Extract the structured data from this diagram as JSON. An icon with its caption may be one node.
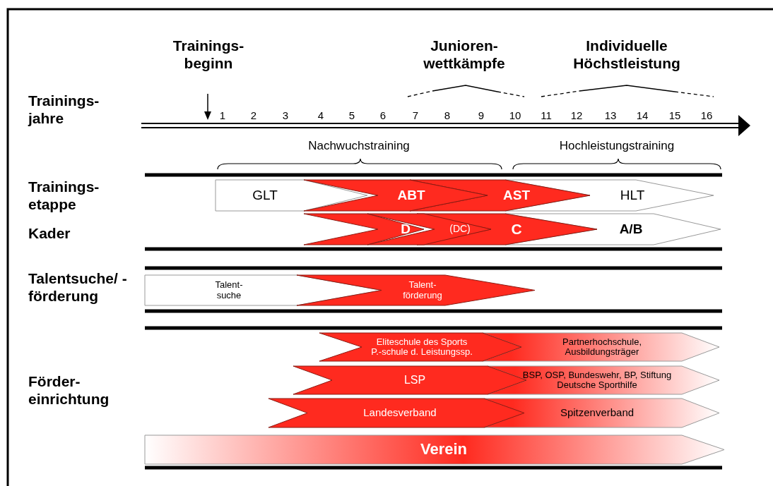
{
  "diagram": {
    "nodes": [
      {
        "text": [
          "GLT"
        ]
      },
      {
        "text": [
          "ABT"
        ]
      },
      {
        "text": [
          "AST"
        ]
      },
      {
        "text": [
          "HLT"
        ]
      },
      {
        "text": [
          "D"
        ]
      },
      {
        "text": [
          "(DC)"
        ]
      },
      {
        "text": [
          "C"
        ]
      },
      {
        "text": [
          "A/B"
        ]
      },
      {
        "text": [
          "Talent- suche"
        ]
      },
      {
        "text": [
          "Talent- förderung"
        ]
      },
      {
        "text": [
          "Eliteschule des Sports",
          "P.-schule d. Leistungssp."
        ]
      },
      {
        "text": [
          "Partnerhochschule, Ausbildungsträger"
        ]
      },
      {
        "text": [
          "LSP"
        ]
      },
      {
        "text": [
          "BSP, OSP, Bundeswehr, BP, Stiftung Deutsche Sporthilfe"
        ]
      },
      {
        "text": [
          "Landesverband"
        ]
      },
      {
        "text": [
          "Spitzenverband"
        ]
      },
      {
        "text": [
          "Verein"
        ]
      }
    ],
    "labels": [
      "Trainings- beginn",
      "Junioren- wettkämpfe",
      "Individuelle Höchstleistung",
      "Trainings- jahre",
      "1",
      "2",
      "3",
      "4",
      "5",
      "6",
      "7",
      "8",
      "9",
      "10",
      "11",
      "12",
      "13",
      "14",
      "15",
      "16",
      "Nachwuchstraining",
      "Hochleistungstraining",
      "Trainings- etappe",
      "Kader",
      "Talentsuche/ -förderung",
      "Förder- einrichtung"
    ]
  }
}
